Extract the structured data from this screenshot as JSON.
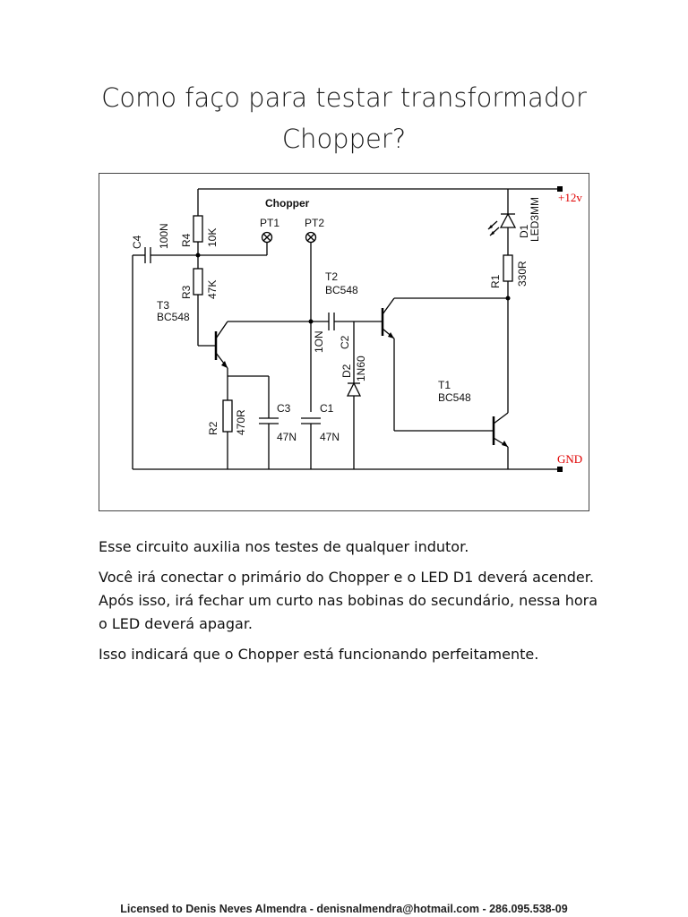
{
  "title": {
    "line1": "Como faço para testar transformador",
    "line2": "Chopper?"
  },
  "schematic": {
    "labels": {
      "chopper": "Chopper",
      "pt1": "PT1",
      "pt2": "PT2",
      "vcc": "+12v",
      "gnd": "GND",
      "c4_name": "C4",
      "c4_value": "100N",
      "r4_name": "R4",
      "r4_value": "10K",
      "r3_name": "R3",
      "r3_value": "47K",
      "t3_name": "T3",
      "t3_type": "BC548",
      "r2_name": "R2",
      "r2_value": "470R",
      "c3_name": "C3",
      "c3_value": "47N",
      "c1_name": "C1",
      "c1_value": "47N",
      "t2_name": "T2",
      "t2_type": "BC548",
      "c2_name": "C2",
      "c2_value": "1ON",
      "d2_name": "D2",
      "d2_value": "1N60",
      "d1_name": "D1",
      "d1_value": "LED3MM",
      "r1_name": "R1",
      "r1_value": "330R",
      "t1_name": "T1",
      "t1_type": "BC548"
    }
  },
  "paragraphs": [
    "Esse circuito auxilia nos testes de qualquer indutor.",
    "Você irá conectar o primário do Chopper e o LED D1 deverá acender. Após isso, irá fechar um curto nas bobinas do secundário, nessa hora o LED deverá apagar.",
    "Isso indicará que o Chopper está funcionando perfeitamente."
  ],
  "footer": "Licensed to Denis Neves Almendra - denisnalmendra@hotmail.com - 286.095.538-09"
}
